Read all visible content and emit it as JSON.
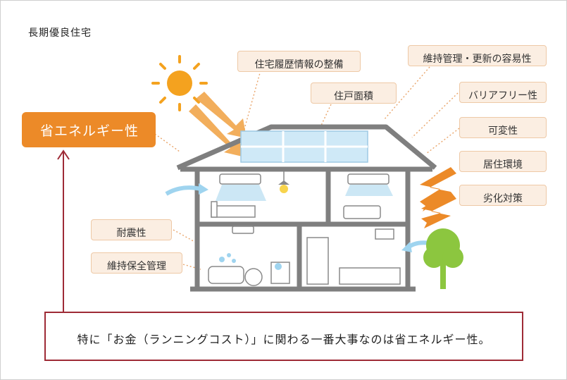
{
  "title": "長期優良住宅",
  "main_label": "省エネルギー性",
  "labels": {
    "rireki": "住宅履歴情報の整備",
    "menseki": "住戸面積",
    "iji": "維持管理・更新の容易性",
    "barrier": "バリアフリー性",
    "kahen": "可変性",
    "kankyo": "居住環境",
    "rekka": "劣化対策",
    "taishin": "耐震性",
    "hozen": "維持保全管理"
  },
  "note": "特に「お金（ランニングコスト）」に関わる一番大事なのは省エネルギー性。",
  "colors": {
    "orange": "#ec8a28",
    "label_bg": "#fbeee2",
    "house": "#7f7f7f",
    "note_border": "#9e2b36",
    "tree": "#8cc63f"
  }
}
